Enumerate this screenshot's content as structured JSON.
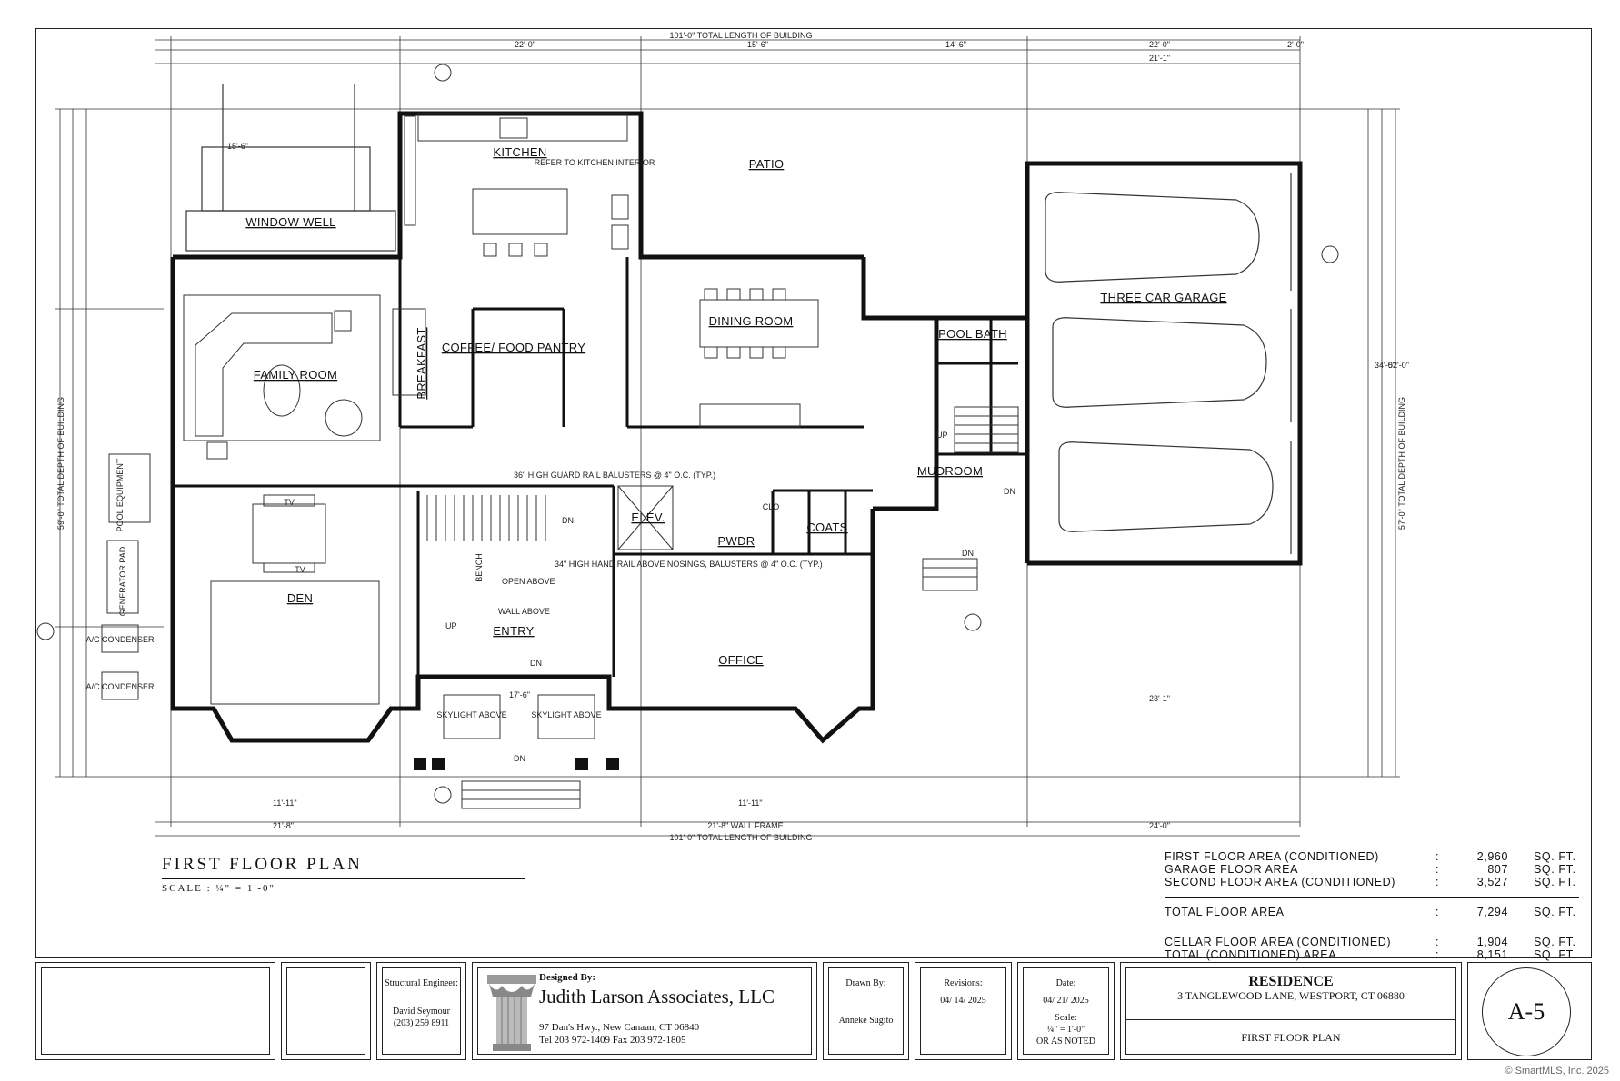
{
  "plan": {
    "title": "FIRST FLOOR PLAN",
    "scale": "SCALE : ¼\" = 1'-0\"",
    "rooms": {
      "kitchen": "KITCHEN",
      "patio": "PATIO",
      "window_well": "WINDOW WELL",
      "family_room": "FAMILY ROOM",
      "breakfast": "BREAKFAST",
      "coffee_pantry": "COFFEE/ FOOD PANTRY",
      "dining_room": "DINING ROOM",
      "three_car_garage": "THREE CAR GARAGE",
      "pool_bath": "POOL BATH",
      "mudroom": "MUDROOM",
      "elev": "ELEV.",
      "pwdr": "PWDR",
      "coats": "COATS",
      "clo": "CLO",
      "den": "DEN",
      "entry": "ENTRY",
      "office": "OFFICE",
      "skylight_1": "SKYLIGHT ABOVE",
      "skylight_2": "SKYLIGHT ABOVE",
      "tv_top": "TV",
      "tv_bottom": "TV",
      "up_1": "UP",
      "up_2": "UP",
      "dn_1": "DN",
      "dn_2": "DN",
      "dn_3": "DN",
      "dn_4": "DN",
      "dn_5": "DN",
      "pool_equipment": "POOL EQUIPMENT",
      "generator_pad": "GENERATOR PAD",
      "ac_condenser_1": "A/C CONDENSER",
      "ac_condenser_2": "A/C CONDENSER",
      "refer_note": "REFER TO KITCHEN INTERIOR",
      "total_length": "101'-0\" TOTAL LENGTH OF BUILDING",
      "total_length_bottom": "101'-0\" TOTAL LENGTH OF BUILDING",
      "total_depth_left": "59'-0\" TOTAL DEPTH OF BUILDING",
      "total_depth_right": "57'-0\" TOTAL DEPTH OF BUILDING",
      "guard_rail": "36\" HIGH GUARD RAIL BALUSTERS @ 4\" O.C. (TYP.)",
      "hand_rail": "34\" HIGH HAND RAIL ABOVE NOSINGS, BALUSTERS @ 4\" O.C. (TYP.)",
      "wall_above": "WALL ABOVE",
      "open_above": "OPEN ABOVE",
      "bench": "BENCH",
      "wall_frame": "21'-8\" WALL FRAME"
    },
    "dimensions": {
      "d1": "15'-6\"",
      "d2": "22'-0\"",
      "d3": "15'-6\"",
      "d4": "14'-6\"",
      "d5": "22'-0\"",
      "d6": "2'-0\"",
      "d7": "21'-1\"",
      "d8": "34'-0\"",
      "d9": "52'-0\"",
      "d10": "17'-6\"",
      "d11": "23'-1\"",
      "d12": "21'-8\"",
      "d13": "11'-11\"",
      "d14": "11'-11\"",
      "d15": "24'-0\""
    }
  },
  "areas": {
    "rows": [
      {
        "label": "FIRST FLOOR AREA (CONDITIONED)",
        "colon": ":",
        "value": "2,960",
        "unit": "SQ. FT."
      },
      {
        "label": "GARAGE FLOOR AREA",
        "colon": ":",
        "value": "807",
        "unit": "SQ. FT."
      },
      {
        "label": "SECOND FLOOR AREA (CONDITIONED)",
        "colon": ":",
        "value": "3,527",
        "unit": "SQ. FT."
      }
    ],
    "total": {
      "label": "TOTAL FLOOR AREA",
      "colon": ":",
      "value": "7,294",
      "unit": "SQ. FT."
    },
    "rows2": [
      {
        "label": "CELLAR FLOOR AREA (CONDITIONED)",
        "colon": ":",
        "value": "1,904",
        "unit": "SQ. FT."
      },
      {
        "label": "TOTAL (CONDITIONED) AREA",
        "colon": ":",
        "value": "8,151",
        "unit": "SQ. FT."
      }
    ]
  },
  "title_block": {
    "structural_label": "Structural Engineer:",
    "structural_name": "David Seymour",
    "structural_phone": "(203) 259 8911",
    "designed_by": "Designed By:",
    "firm": "Judith Larson Associates, LLC",
    "firm_address": "97 Dan's Hwy., New Canaan, CT 06840",
    "firm_phone": "Tel 203 972-1409   Fax 203 972-1805",
    "drawn_by_label": "Drawn By:",
    "drawn_by": "Anneke Sugito",
    "revisions_label": "Revisions:",
    "revisions": "04/ 14/ 2025",
    "date_label": "Date:",
    "date": "04/ 21/ 2025",
    "scale_label": "Scale:",
    "scale": "¼\" = 1'-0\"",
    "scale_note": "OR AS NOTED",
    "project": "RESIDENCE",
    "address": "3 TANGLEWOOD LANE, WESTPORT,  CT 06880",
    "sheet_title": "FIRST FLOOR PLAN",
    "sheet_number": "A-5"
  },
  "watermark": "© SmartMLS, Inc.  2025"
}
